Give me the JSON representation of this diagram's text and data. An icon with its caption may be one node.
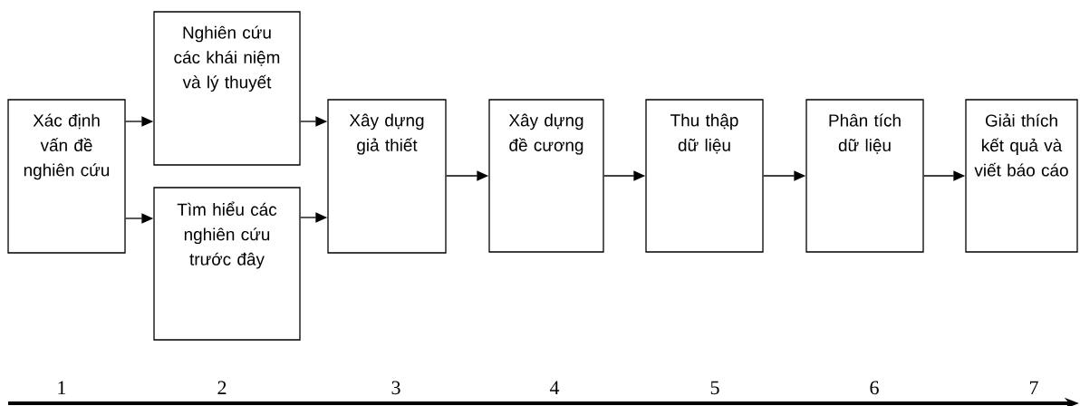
{
  "diagram": {
    "nodes": [
      {
        "text": [
          "Xác định vấn đề nghiên cứu"
        ]
      },
      {
        "text": [
          "Nghiên cứu các khái niệm và lý thuyết"
        ]
      },
      {
        "text": [
          "Tìm hiểu các nghiên cứu trước đây"
        ]
      },
      {
        "text": [
          "Xây dựng giả thiết"
        ]
      },
      {
        "text": [
          "Xây dựng đề cương"
        ]
      },
      {
        "text": [
          "Thu thập dữ liệu"
        ]
      },
      {
        "text": [
          "Phân tích dữ liệu"
        ]
      },
      {
        "text": [
          "Giải thích kết quả và viết báo cáo"
        ]
      }
    ],
    "edges": [
      {
        "from": 0,
        "to": 1,
        "arrow": "to"
      },
      {
        "from": 0,
        "to": 2,
        "arrow": "to"
      },
      {
        "from": 1,
        "to": 3,
        "arrow": "to"
      },
      {
        "from": 2,
        "to": 3,
        "arrow": "to"
      },
      {
        "from": 3,
        "to": 4,
        "arrow": "to"
      },
      {
        "from": 4,
        "to": 5,
        "arrow": "to"
      },
      {
        "from": 5,
        "to": 6,
        "arrow": "to"
      },
      {
        "from": 6,
        "to": 7,
        "arrow": "to"
      }
    ],
    "labels": [
      "1",
      "2",
      "3",
      "4",
      "5",
      "6",
      "7"
    ]
  }
}
